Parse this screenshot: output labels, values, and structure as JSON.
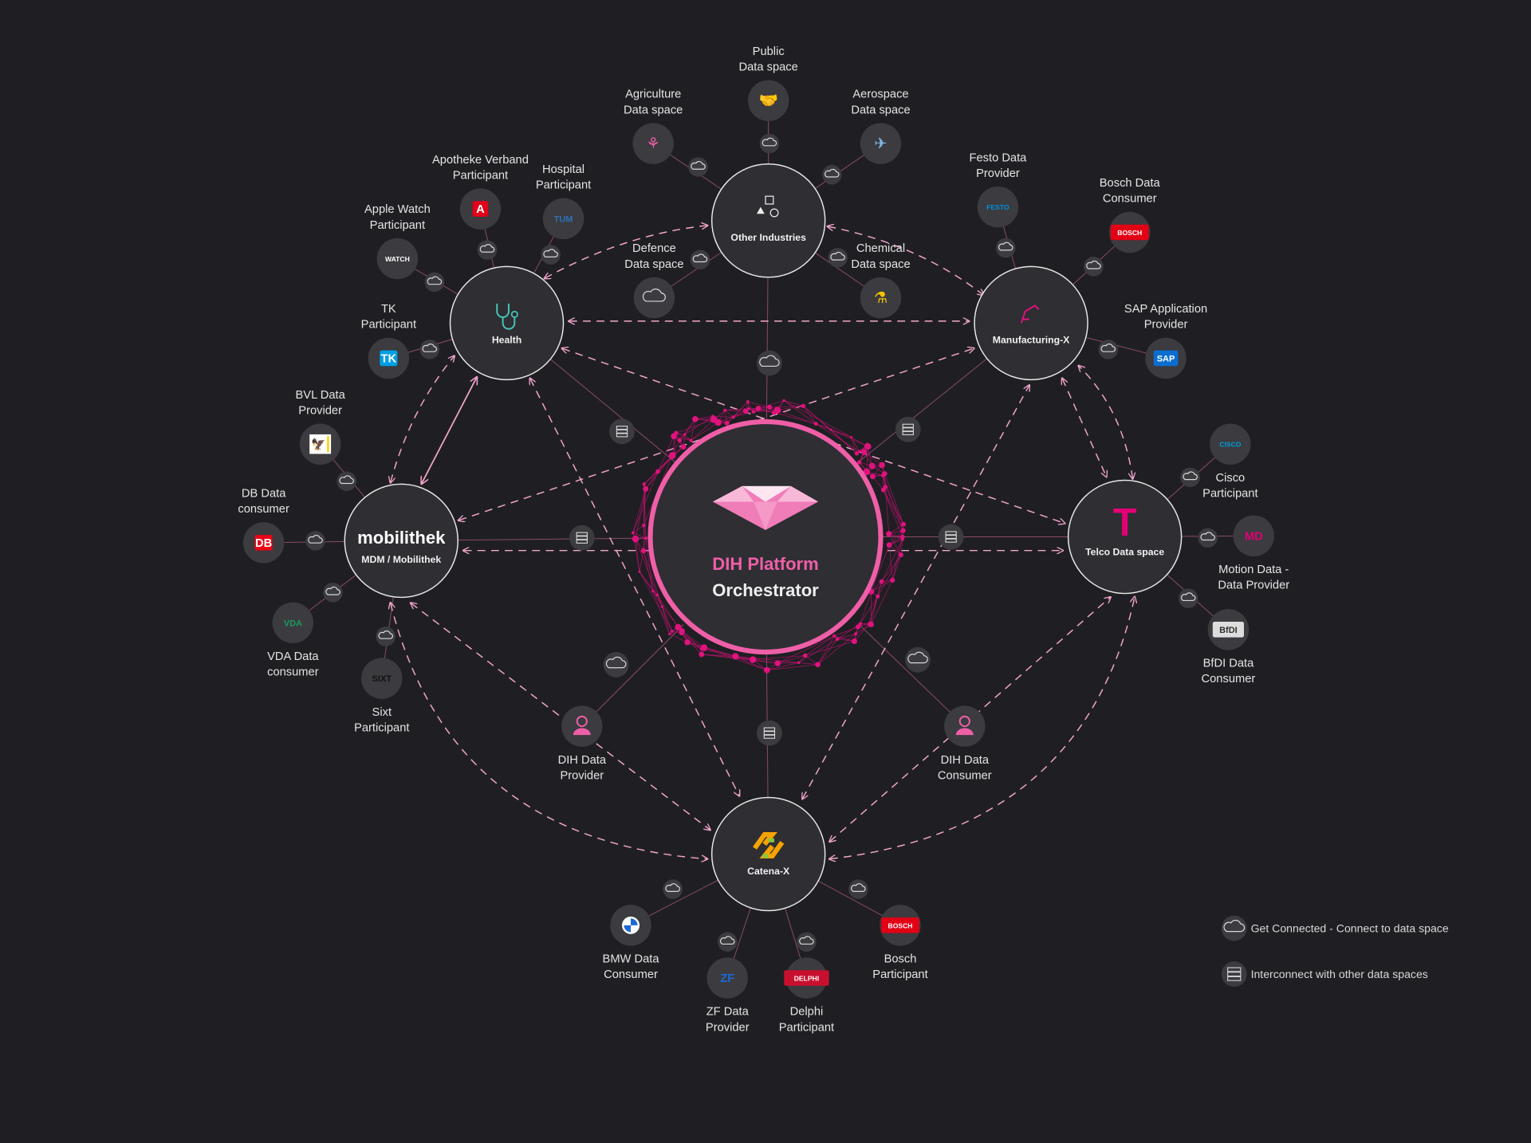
{
  "center": {
    "title": "DIH Platform",
    "subtitle": "Orchestrator"
  },
  "colors": {
    "background": "#1f1f23",
    "accent": "#ee5fa7",
    "mesh": "#e0127d",
    "dashed": "#f3a6cc",
    "node": "#2e2e33",
    "participant": "#3b3b40"
  },
  "hubs": [
    {
      "id": "other",
      "label": "Other Industries",
      "icon": "shapes-icon"
    },
    {
      "id": "health",
      "label": "Health",
      "icon": "stethoscope-icon"
    },
    {
      "id": "mfg",
      "label": "Manufacturing-X",
      "icon": "robot-arm-icon"
    },
    {
      "id": "mobi",
      "label": "MDM / Mobilithek",
      "logo": "mobilithek",
      "icon": "mobilithek-logo"
    },
    {
      "id": "telco",
      "label": "Telco Data space",
      "logo": "T",
      "icon": "telekom-logo"
    },
    {
      "id": "catena",
      "label": "Catena-X",
      "icon": "catena-x-logo"
    }
  ],
  "participants": [
    {
      "id": "public",
      "lines": [
        "Public",
        "Data space"
      ],
      "icon": "handshake-icon",
      "hub": "other"
    },
    {
      "id": "agri",
      "lines": [
        "Agriculture",
        "Data space"
      ],
      "icon": "plant-icon",
      "hub": "other"
    },
    {
      "id": "aero",
      "lines": [
        "Aerospace",
        "Data space"
      ],
      "icon": "airplane-icon",
      "hub": "other"
    },
    {
      "id": "defence",
      "lines": [
        "Defence",
        "Data space"
      ],
      "icon": "cloud-icon",
      "hub": "other"
    },
    {
      "id": "chem",
      "lines": [
        "Chemical",
        "Data space"
      ],
      "icon": "pipette-icon",
      "hub": "other"
    },
    {
      "id": "apotheke",
      "lines": [
        "Apotheke Verband",
        "Participant"
      ],
      "icon": "apotheke-logo",
      "logo": "A",
      "hub": "health"
    },
    {
      "id": "hospital",
      "lines": [
        "Hospital",
        "Participant"
      ],
      "icon": "tum-logo",
      "logo": "TUM",
      "hub": "health"
    },
    {
      "id": "apple",
      "lines": [
        "Apple Watch",
        "Participant"
      ],
      "icon": "apple-watch-logo",
      "logo": "WATCH",
      "hub": "health"
    },
    {
      "id": "tk",
      "lines": [
        "TK",
        "Participant"
      ],
      "icon": "tk-logo",
      "logo": "TK",
      "hub": "health"
    },
    {
      "id": "bvl",
      "lines": [
        "BVL Data",
        "Provider"
      ],
      "icon": "federal-eagle-logo",
      "hub": "mobi"
    },
    {
      "id": "db",
      "lines": [
        "DB Data",
        "consumer"
      ],
      "icon": "db-logo",
      "logo": "DB",
      "hub": "mobi"
    },
    {
      "id": "vda",
      "lines": [
        "VDA Data",
        "consumer"
      ],
      "icon": "vda-logo",
      "logo": "VDA",
      "hub": "mobi"
    },
    {
      "id": "sixt",
      "lines": [
        "Sixt",
        "Participant"
      ],
      "icon": "sixt-logo",
      "logo": "SIXT",
      "hub": "mobi"
    },
    {
      "id": "dihp",
      "lines": [
        "DIH Data",
        "Provider"
      ],
      "icon": "person-icon",
      "hub": "center"
    },
    {
      "id": "dihc",
      "lines": [
        "DIH Data",
        "Consumer"
      ],
      "icon": "person-icon",
      "hub": "center"
    },
    {
      "id": "bmw",
      "lines": [
        "BMW Data",
        "Consumer"
      ],
      "icon": "bmw-logo",
      "hub": "catena"
    },
    {
      "id": "zf",
      "lines": [
        "ZF Data",
        "Provider"
      ],
      "icon": "zf-logo",
      "logo": "ZF",
      "hub": "catena"
    },
    {
      "id": "delphi",
      "lines": [
        "Delphi",
        "Participant"
      ],
      "icon": "delphi-logo",
      "logo": "DELPHI",
      "hub": "catena"
    },
    {
      "id": "boschp",
      "lines": [
        "Bosch",
        "Participant"
      ],
      "icon": "bosch-logo",
      "logo": "BOSCH",
      "hub": "catena"
    },
    {
      "id": "festo",
      "lines": [
        "Festo Data",
        "Provider"
      ],
      "icon": "festo-logo",
      "logo": "FESTO",
      "hub": "mfg"
    },
    {
      "id": "boschc",
      "lines": [
        "Bosch Data",
        "Consumer"
      ],
      "icon": "bosch-logo",
      "logo": "BOSCH",
      "hub": "mfg"
    },
    {
      "id": "sap",
      "lines": [
        "SAP Application",
        "Provider"
      ],
      "icon": "sap-logo",
      "logo": "SAP",
      "hub": "mfg"
    },
    {
      "id": "cisco",
      "lines": [
        "Cisco",
        "Participant"
      ],
      "icon": "cisco-logo",
      "logo": "CISCO",
      "hub": "telco"
    },
    {
      "id": "motion",
      "lines": [
        "Motion Data -",
        "Data Provider"
      ],
      "icon": "motion-data-logo",
      "logo": "MD",
      "hub": "telco"
    },
    {
      "id": "bfdi",
      "lines": [
        "BfDI Data",
        "Consumer"
      ],
      "icon": "bfdi-logo",
      "logo": "BfDI",
      "hub": "telco"
    }
  ],
  "legend": [
    {
      "icon": "cloud-icon",
      "text": "Get Connected - Connect to data space"
    },
    {
      "icon": "server-icon",
      "text": "Interconnect with other data spaces"
    }
  ]
}
